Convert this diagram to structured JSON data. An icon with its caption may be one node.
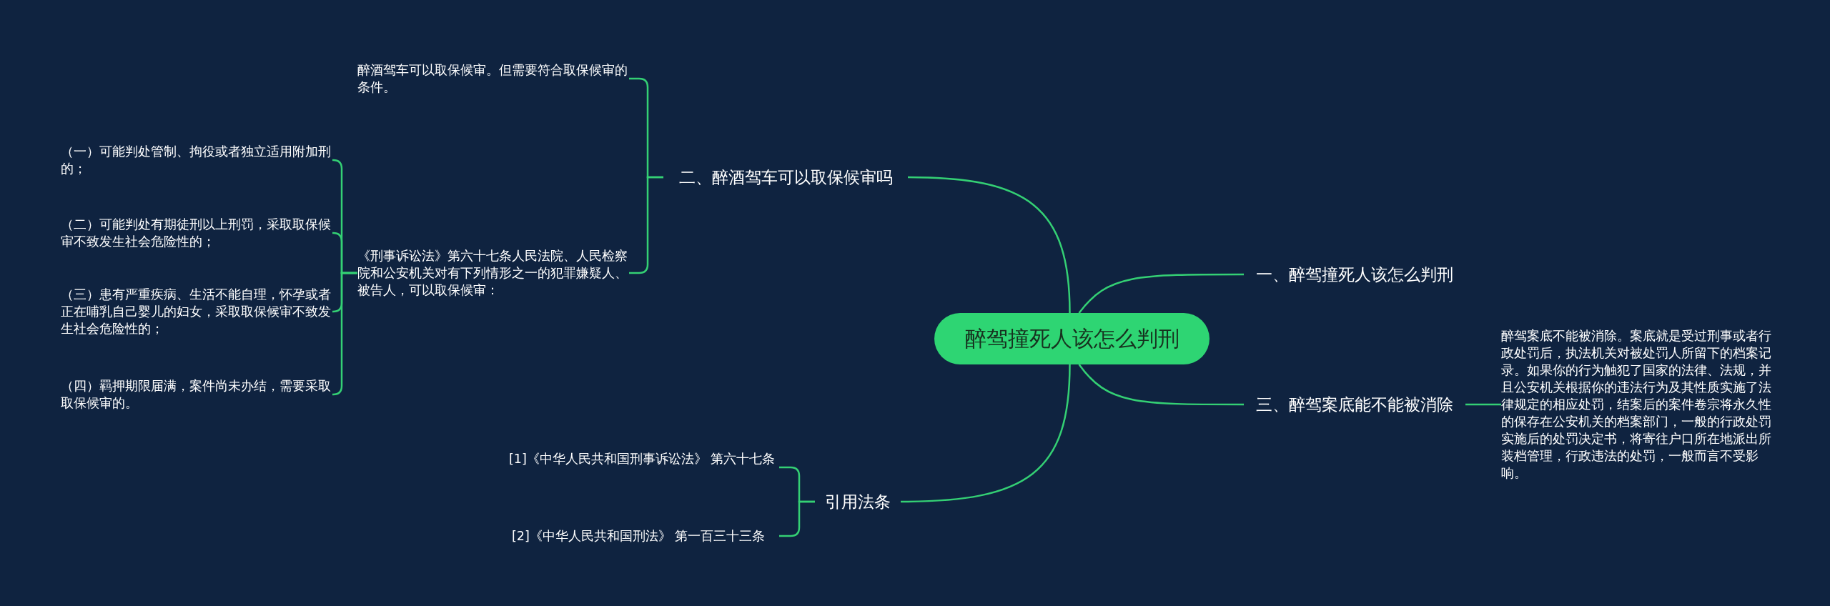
{
  "diagram": {
    "nodes": [
      {
        "text": [
          "醉驾撞死人该怎么判刑"
        ]
      },
      {
        "text": [
          "一、醉驾撞死人该怎么判刑"
        ]
      },
      {
        "text": [
          "二、醉酒驾车可以取保候审吗"
        ]
      },
      {
        "text": [
          "三、醉驾案底能不能被消除"
        ]
      },
      {
        "text": [
          "引用法条"
        ]
      },
      {
        "text": [
          "醉酒驾车可以取保候审。但需要符合取保候审的条件。"
        ]
      },
      {
        "text": [
          "《刑事诉讼法》第六十七条人民法院、人民检察院和公安机关对有下列情形之一的犯罪嫌疑人、被告人，可以取保候审："
        ]
      },
      {
        "text": [
          "（一）可能判处管制、拘役或者独立适用附加刑的；"
        ]
      },
      {
        "text": [
          "（二）可能判处有期徒刑以上刑罚，采取取保候审不致发生社会危险性的；"
        ]
      },
      {
        "text": [
          "（三）患有严重疾病、生活不能自理，怀孕或者正在哺乳自己婴儿的妇女，采取取保候审不致发生社会危险性的；"
        ]
      },
      {
        "text": [
          "（四）羁押期限届满，案件尚未办结，需要采取取保候审的。"
        ]
      },
      {
        "text": [
          "醉驾案底不能被消除。案底就是受过刑事或者行政处罚后，执法机关对被处罚人所留下的档案记录。如果你的行为触犯了国家的法律、法规，并且公安机关根据你的违法行为及其性质实施了法律规定的相应处罚，结案后的案件卷宗将永久性的保存在公安机关的档案部门，一般的行政处罚实施后的处罚决定书，将寄往户口所在地派出所装档管理，行政违法的处罚，一般而言不受影响。"
        ]
      },
      {
        "text": [
          "[1]《中华人民共和国刑事诉讼法》 第六十七条"
        ]
      },
      {
        "text": [
          "[2]《中华人民共和国刑法》 第一百三十三条"
        ]
      }
    ],
    "edges": [
      {
        "from": 0,
        "to": 1,
        "arrow": "none"
      },
      {
        "from": 0,
        "to": 2,
        "arrow": "none"
      },
      {
        "from": 0,
        "to": 3,
        "arrow": "none"
      },
      {
        "from": 0,
        "to": 4,
        "arrow": "none"
      },
      {
        "from": 2,
        "to": 5,
        "arrow": "none"
      },
      {
        "from": 2,
        "to": 6,
        "arrow": "none"
      },
      {
        "from": 6,
        "to": 7,
        "arrow": "none"
      },
      {
        "from": 6,
        "to": 8,
        "arrow": "none"
      },
      {
        "from": 6,
        "to": 9,
        "arrow": "none"
      },
      {
        "from": 6,
        "to": 10,
        "arrow": "none"
      },
      {
        "from": 3,
        "to": 11,
        "arrow": "none"
      },
      {
        "from": 4,
        "to": 12,
        "arrow": "none"
      },
      {
        "from": 4,
        "to": 13,
        "arrow": "none"
      }
    ]
  }
}
